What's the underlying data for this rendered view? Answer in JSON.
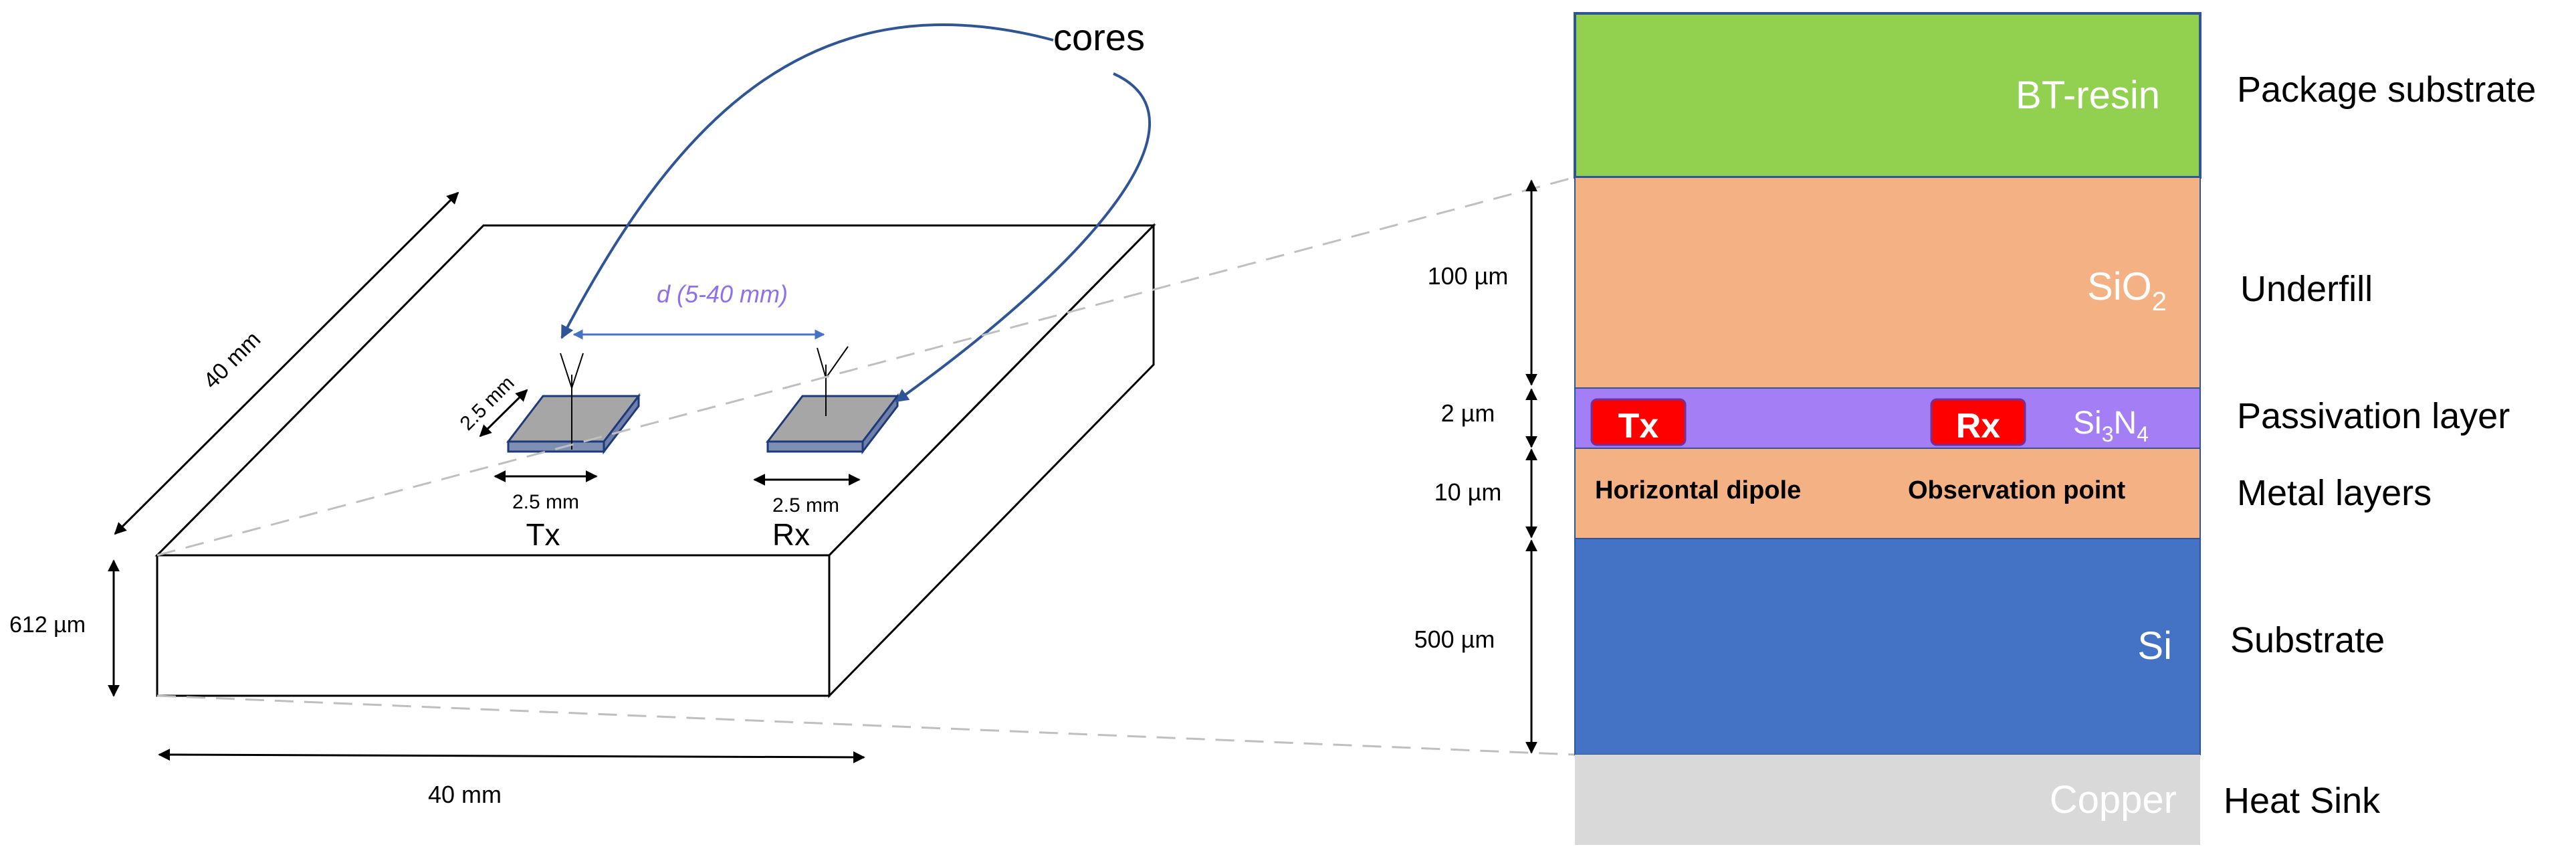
{
  "left": {
    "cores_label": "cores",
    "distance_label": "d (5-40 mm)",
    "board_width_label": "40 mm",
    "board_depth_label": "40 mm",
    "board_thickness_label": "612 µm",
    "chip_side_label": "2.5 mm",
    "tx_width_label": "2.5 mm",
    "rx_width_label": "2.5 mm",
    "tx_label": "Tx",
    "rx_label": "Rx"
  },
  "stack": {
    "layers": {
      "bt_resin": {
        "material": "BT-resin",
        "name": "Package substrate",
        "color": "#92d050"
      },
      "sio2": {
        "material_base": "SiO",
        "material_sub": "2",
        "name": "Underfill",
        "color": "#f4b183"
      },
      "passivation": {
        "material_base": "Si",
        "material_sub1": "3",
        "material_mid": "N",
        "material_sub2": "4",
        "name": "Passivation layer",
        "color": "#a47ef5"
      },
      "metal": {
        "name": "Metal layers",
        "color": "#f4b183"
      },
      "si": {
        "material": "Si",
        "name": "Substrate",
        "color": "#4472c4"
      },
      "copper": {
        "material": "Copper",
        "name": "Heat Sink",
        "color": "#d9d9d9"
      }
    },
    "thickness_labels": {
      "underfill": "100 µm",
      "passivation": "2 µm",
      "metal": "10 µm",
      "substrate": "500 µm"
    },
    "tx_badge": "Tx",
    "rx_badge": "Rx",
    "horizontal_dipole": "Horizontal dipole",
    "observation_point": "Observation point"
  }
}
